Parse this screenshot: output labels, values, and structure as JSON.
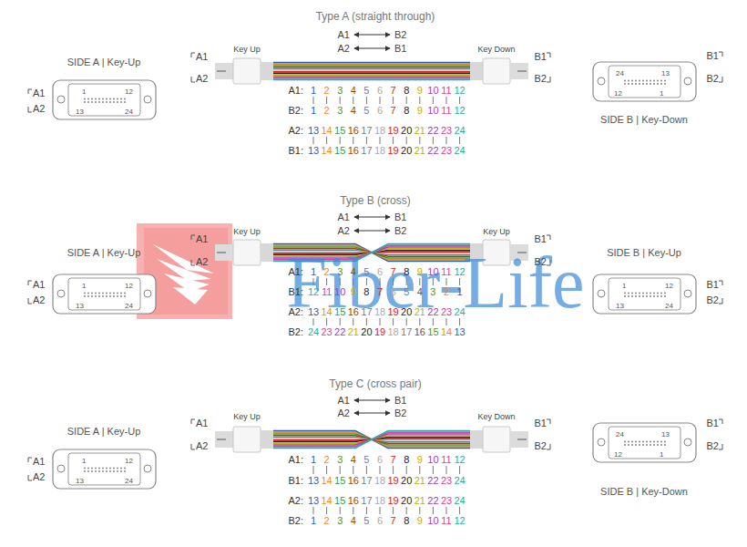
{
  "diagram": {
    "nodes": [
      {
        "text": [
          "1",
          "12",
          "13",
          "24"
        ]
      },
      {
        "text": [
          "24",
          "13",
          "12",
          "1"
        ]
      },
      {
        "text": [
          "1",
          "12",
          "13",
          "24"
        ]
      },
      {
        "text": [
          "1",
          "12",
          "13",
          "24"
        ]
      },
      {
        "text": [
          "1",
          "12",
          "13",
          "24"
        ]
      },
      {
        "text": [
          "24",
          "13",
          "12",
          "1"
        ]
      }
    ],
    "labels": [
      "Type A (straight through)",
      "A1",
      "B2",
      "A2",
      "B1",
      "SIDE A | Key-Up",
      "A1",
      "A2",
      "A1",
      "A2",
      "Key Up",
      "Key Down",
      "B1",
      "B2",
      "SIDE B | Key-Down",
      "B1",
      "B2",
      "A1:",
      "1",
      "2",
      "3",
      "4",
      "5",
      "6",
      "7",
      "8",
      "9",
      "10",
      "11",
      "12",
      "B2:",
      "1",
      "2",
      "3",
      "4",
      "5",
      "6",
      "7",
      "8",
      "9",
      "10",
      "11",
      "12",
      "A2:",
      "13",
      "14",
      "15",
      "16",
      "17",
      "18",
      "19",
      "20",
      "21",
      "22",
      "23",
      "24",
      "B1:",
      "13",
      "14",
      "15",
      "16",
      "17",
      "18",
      "19",
      "20",
      "21",
      "22",
      "23",
      "24",
      "Type B (cross)",
      "A1",
      "B1",
      "A2",
      "B2",
      "SIDE A | Key-Up",
      "A1",
      "A2",
      "A1",
      "A2",
      "Key Up",
      "Key Up",
      "B1",
      "B2",
      "SIDE B | Key-Up",
      "B1",
      "B2",
      "A1:",
      "1",
      "2",
      "3",
      "4",
      "5",
      "6",
      "7",
      "8",
      "9",
      "10",
      "11",
      "12",
      "B1:",
      "12",
      "11",
      "10",
      "9",
      "8",
      "7",
      "6",
      "5",
      "4",
      "3",
      "2",
      "1",
      "A2:",
      "13",
      "14",
      "15",
      "16",
      "17",
      "18",
      "19",
      "20",
      "21",
      "22",
      "23",
      "24",
      "B2:",
      "24",
      "23",
      "22",
      "21",
      "20",
      "19",
      "18",
      "17",
      "16",
      "15",
      "14",
      "13",
      "Type C (cross pair)",
      "A1",
      "B1",
      "A2",
      "B2",
      "SIDE A | Key-Up",
      "A1",
      "A2",
      "A1",
      "A2",
      "Key Up",
      "Key Down",
      "B1",
      "B2",
      "SIDE B | Key-Down",
      "B1",
      "B2",
      "A1:",
      "1",
      "2",
      "3",
      "4",
      "5",
      "6",
      "7",
      "8",
      "9",
      "10",
      "11",
      "12",
      "B1:",
      "13",
      "14",
      "15",
      "16",
      "17",
      "18",
      "19",
      "20",
      "21",
      "22",
      "23",
      "24",
      "A2:",
      "13",
      "14",
      "15",
      "16",
      "17",
      "18",
      "19",
      "20",
      "21",
      "22",
      "23",
      "24",
      "B2:",
      "1",
      "2",
      "3",
      "4",
      "5",
      "6",
      "7",
      "8",
      "9",
      "10",
      "11",
      "12",
      "Fiber-Life"
    ]
  }
}
